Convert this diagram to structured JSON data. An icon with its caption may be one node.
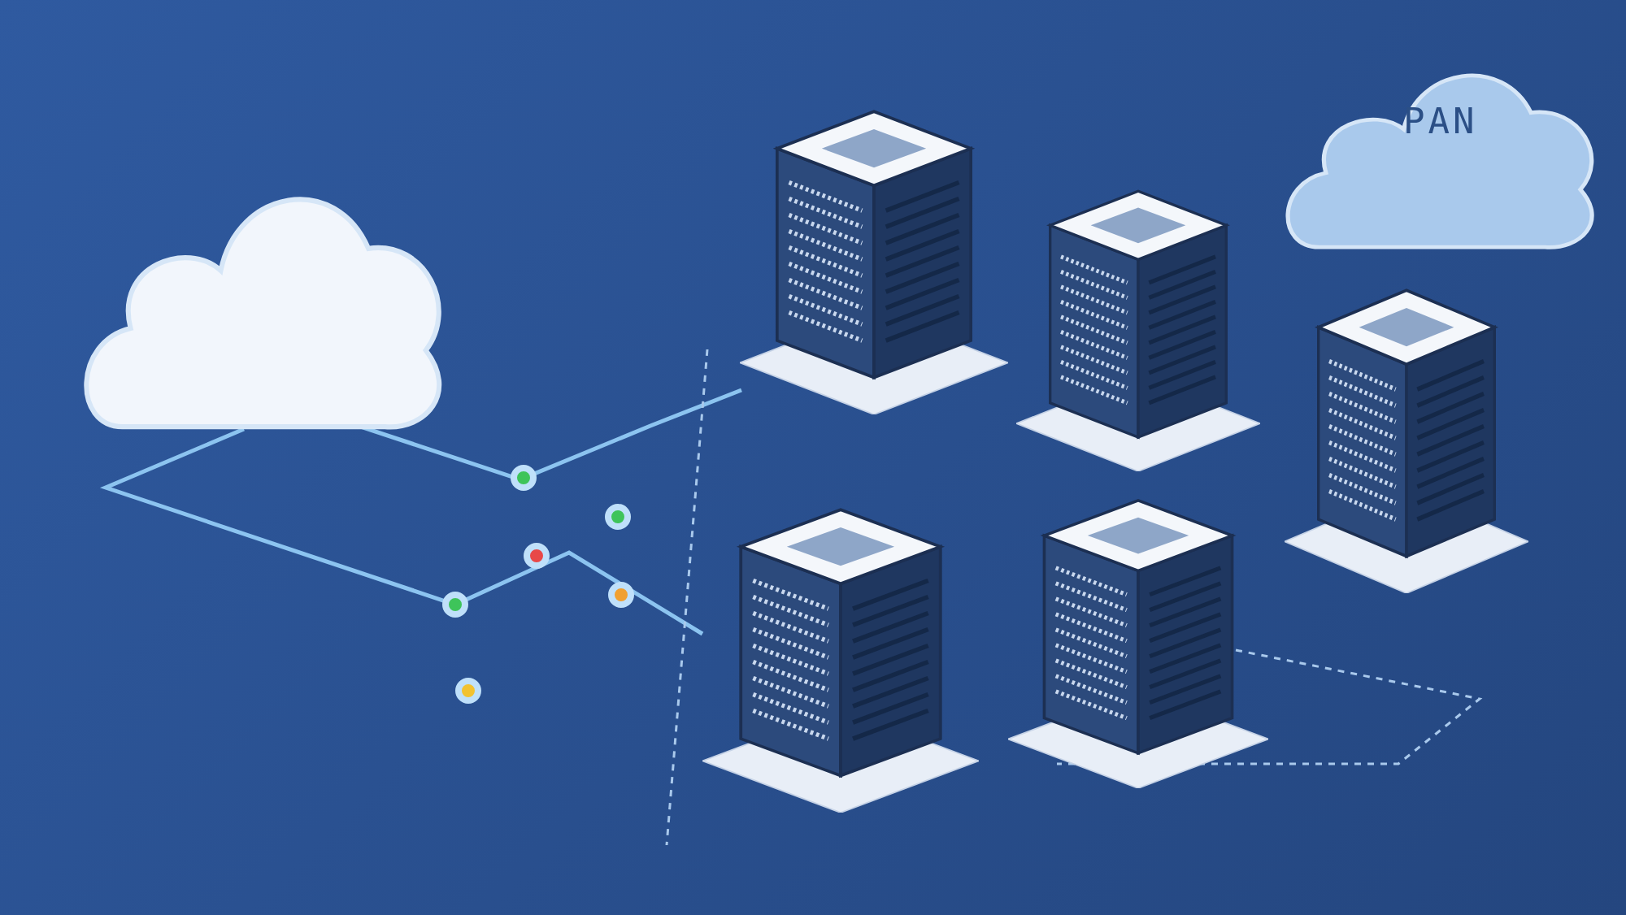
{
  "diagram": {
    "nodes": [
      {
        "text": [],
        "shape": "cloud"
      },
      {
        "text": [
          "PAN"
        ]
      },
      {
        "text": [],
        "shape": "picture"
      },
      {
        "text": [],
        "shape": "picture"
      },
      {
        "text": [],
        "shape": "picture"
      },
      {
        "text": [],
        "shape": "picture"
      },
      {
        "text": [],
        "shape": "picture"
      }
    ],
    "edges": [
      {
        "from": 0,
        "to": 2,
        "arrow": "none"
      },
      {
        "from": 0,
        "to": 6,
        "arrow": "none"
      }
    ]
  }
}
